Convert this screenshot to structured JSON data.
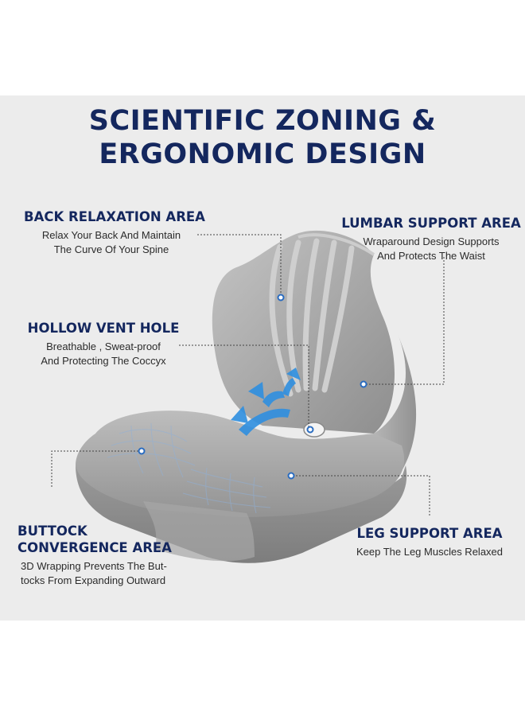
{
  "title": {
    "line1": "SCIENTIFIC ZONING &",
    "line2": "ERGONOMIC DESIGN"
  },
  "callouts": {
    "back": {
      "heading": "BACK RELAXATION AREA",
      "desc_line1": "Relax Your Back And Maintain",
      "desc_line2": "The Curve Of Your Spine"
    },
    "lumbar": {
      "heading": "LUMBAR SUPPORT AREA",
      "desc_line1": "Wraparound Design Supports",
      "desc_line2": "And Protects The Waist"
    },
    "vent": {
      "heading": "HOLLOW VENT HOLE",
      "desc_line1": "Breathable , Sweat-proof",
      "desc_line2": "And Protecting The Coccyx"
    },
    "buttock": {
      "heading_line1": "BUTTOCK",
      "heading_line2": "CONVERGENCE AREA",
      "desc_line1": "3D Wrapping Prevents The But-",
      "desc_line2": "tocks From Expanding Outward"
    },
    "leg": {
      "heading": "LEG SUPPORT AREA",
      "desc_line1": "Keep The Leg Muscles Relaxed"
    }
  },
  "colors": {
    "heading": "#14275e",
    "banner": "#ececec",
    "cushion": "#a3a3a3",
    "arrow": "#2f8fe0",
    "marker": "#2a6cc0"
  }
}
